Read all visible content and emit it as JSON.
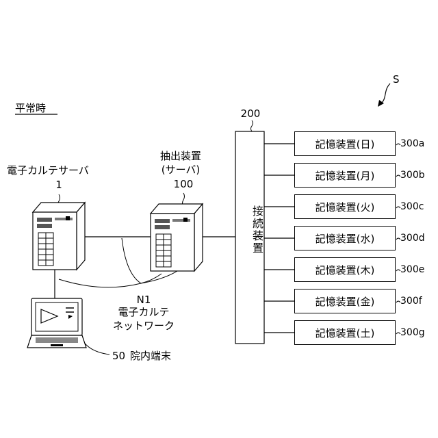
{
  "mode_label": "平常時",
  "system_ref": "S",
  "emr_server": {
    "name": "電子カルテサーバ",
    "ref": "1"
  },
  "extraction_server": {
    "name_line1": "抽出装置",
    "name_line2": "(サーバ)",
    "ref": "100"
  },
  "connection_device": {
    "name": "接続装置",
    "ref": "200"
  },
  "network": {
    "ref": "N1",
    "name_line1": "電子カルテ",
    "name_line2": "ネットワーク"
  },
  "terminal": {
    "ref": "50",
    "name": "院内端末"
  },
  "storage_devices": [
    {
      "label": "記憶装置(日)",
      "ref": "300a"
    },
    {
      "label": "記憶装置(月)",
      "ref": "300b"
    },
    {
      "label": "記憶装置(火)",
      "ref": "300c"
    },
    {
      "label": "記憶装置(水)",
      "ref": "300d"
    },
    {
      "label": "記憶装置(木)",
      "ref": "300e"
    },
    {
      "label": "記憶装置(金)",
      "ref": "300f"
    },
    {
      "label": "記憶装置(土)",
      "ref": "300g"
    }
  ]
}
